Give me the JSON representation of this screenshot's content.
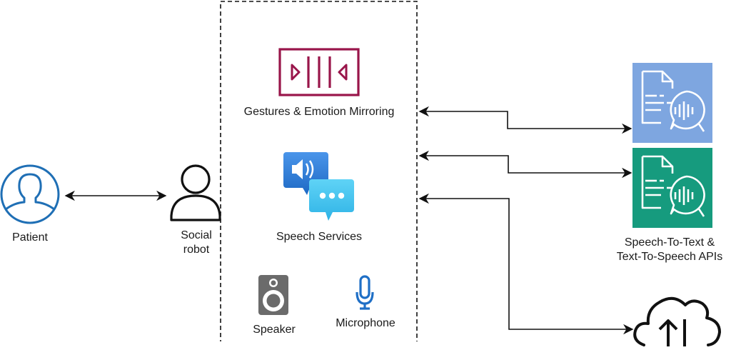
{
  "diagram": {
    "nodes": {
      "patient": {
        "label": "Patient",
        "icon": "user-circle-icon",
        "color": "#1f6fb5"
      },
      "social_robot": {
        "label_line1": "Social",
        "label_line2": "robot",
        "icon": "person-icon",
        "color": "#111111"
      },
      "robot_capabilities": {
        "gestures": {
          "label": "Gestures & Emotion Mirroring",
          "icon": "gesture-mirroring-icon",
          "color": "#99154a"
        },
        "speech_services": {
          "label": "Speech Services",
          "icon": "speech-bubbles-icon",
          "colors": [
            "#2f7fd8",
            "#3fc6ee"
          ]
        },
        "speaker": {
          "label": "Speaker",
          "icon": "speaker-icon",
          "color": "#6b6b6b"
        },
        "microphone": {
          "label": "Microphone",
          "icon": "microphone-icon",
          "color": "#1f6fc6"
        }
      },
      "apis": {
        "label_line1": "Speech-To-Text &",
        "label_line2": "Text-To-Speech APIs",
        "speech_to_text": {
          "icon": "transcribe-document-icon",
          "color": "#7ea6e0"
        },
        "text_to_speech": {
          "icon": "polly-document-icon",
          "color": "#169b7e"
        }
      },
      "cloud": {
        "icon": "cloud-upload-icon",
        "color": "#111111"
      }
    },
    "edges": [
      {
        "from": "patient",
        "to": "social_robot",
        "type": "bidirectional"
      },
      {
        "from": "speech_to_text",
        "to": "robot_capabilities",
        "type": "bidirectional-elbow"
      },
      {
        "from": "text_to_speech",
        "to": "robot_capabilities",
        "type": "bidirectional-elbow"
      },
      {
        "from": "cloud",
        "to": "robot_capabilities",
        "type": "bidirectional-elbow"
      }
    ]
  }
}
